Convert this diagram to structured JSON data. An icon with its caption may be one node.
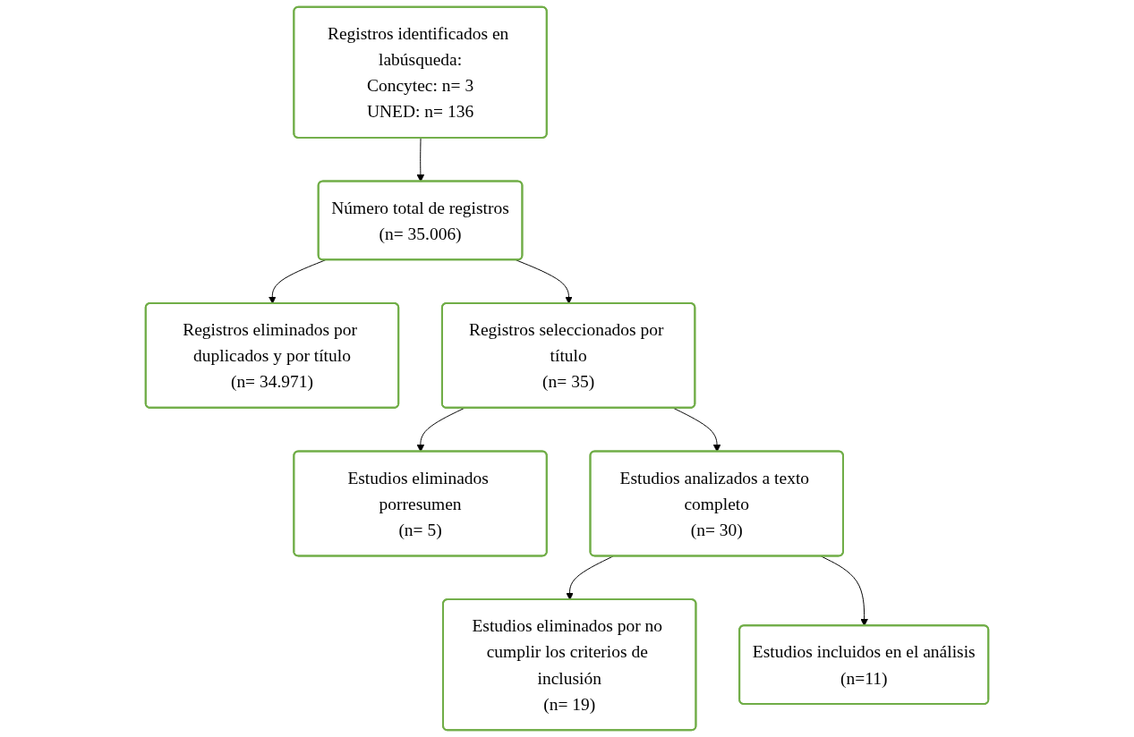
{
  "diagram": {
    "nodes": [
      {
        "text": [
          "Registros identificados en labúsqueda:",
          "Concytec: n= 3",
          "UNED: n= 136"
        ]
      },
      {
        "text": [
          "Número total de registros",
          "(n= 35.006)"
        ]
      },
      {
        "text": [
          "Registros eliminados por duplicados y por título",
          "(n= 34.971)"
        ]
      },
      {
        "text": [
          "Registros seleccionados por título",
          "(n= 35)"
        ]
      },
      {
        "text": [
          "Estudios eliminados porresumen",
          "(n= 5)"
        ]
      },
      {
        "text": [
          "Estudios analizados a texto completo",
          "(n= 30)"
        ]
      },
      {
        "text": [
          "Estudios eliminados por no cumplir los criterios de inclusión",
          "(n= 19)"
        ]
      },
      {
        "text": [
          "Estudios incluidos en el análisis",
          "(n=11)"
        ]
      }
    ],
    "edges": [
      {
        "from": 0,
        "to": 1,
        "arrow": "to"
      },
      {
        "from": 1,
        "to": 2,
        "arrow": "to"
      },
      {
        "from": 1,
        "to": 3,
        "arrow": "to"
      },
      {
        "from": 3,
        "to": 4,
        "arrow": "to"
      },
      {
        "from": 3,
        "to": 5,
        "arrow": "to"
      },
      {
        "from": 5,
        "to": 6,
        "arrow": "to"
      },
      {
        "from": 5,
        "to": 7,
        "arrow": "to"
      }
    ]
  }
}
